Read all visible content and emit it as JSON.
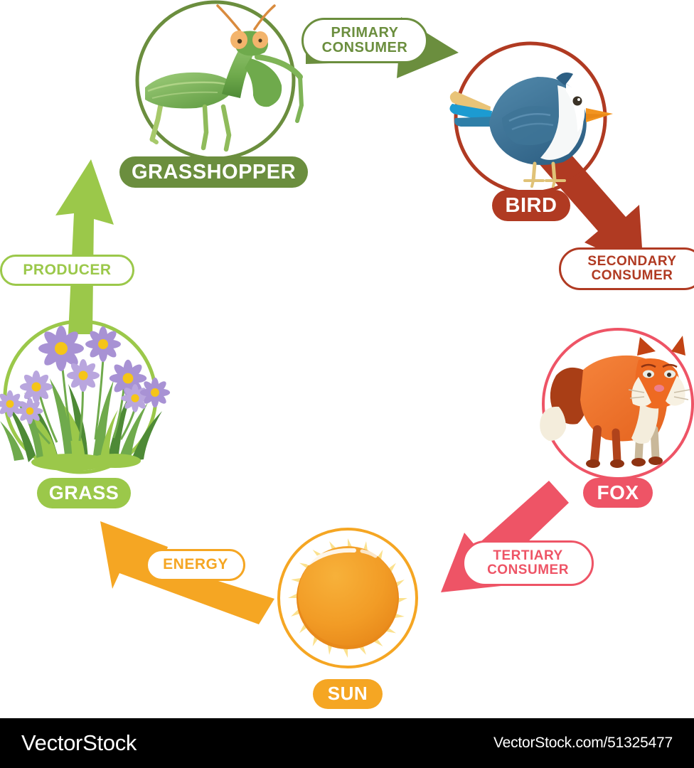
{
  "diagram": {
    "title": "Food chain cycle diagram",
    "type": "food-chain-cycle"
  },
  "nodes": [
    {
      "id": "grasshopper",
      "label": "GRASSHOPPER",
      "icon": "grasshopper-icon",
      "ring_color": "#6B8E3E",
      "pill_color": "#6B8E3E",
      "pill_style": "filled",
      "text_color": "#FFFFFF"
    },
    {
      "id": "bird",
      "label": "BIRD",
      "icon": "bird-icon",
      "ring_color": "#B03A22",
      "pill_color": "#B03A22",
      "pill_style": "filled",
      "text_color": "#FFFFFF"
    },
    {
      "id": "fox",
      "label": "FOX",
      "icon": "fox-icon",
      "ring_color": "#EE5466",
      "pill_color": "#EE5466",
      "pill_style": "filled",
      "text_color": "#FFFFFF"
    },
    {
      "id": "sun",
      "label": "SUN",
      "icon": "sun-icon",
      "ring_color": "#F5A623",
      "pill_color": "#F5A623",
      "pill_style": "filled",
      "text_color": "#FFFFFF"
    },
    {
      "id": "grass",
      "label": "GRASS",
      "icon": "grass-flowers-icon",
      "ring_color": "#9BC84A",
      "pill_color": "#9BC84A",
      "pill_style": "filled",
      "text_color": "#FFFFFF"
    }
  ],
  "arrows": [
    {
      "id": "primary-consumer",
      "label": "PRIMARY\nCONSUMER",
      "from": "grasshopper",
      "to": "bird",
      "color": "#6B8E3E",
      "pill_style": "outline",
      "text_color": "#6B8E3E"
    },
    {
      "id": "secondary-consumer",
      "label": "SECONDARY\nCONSUMER",
      "from": "bird",
      "to": "fox",
      "color": "#B03A22",
      "pill_style": "outline",
      "text_color": "#B03A22"
    },
    {
      "id": "tertiary-consumer",
      "label": "TERTIARY\nCONSUMER",
      "from": "fox",
      "to": "sun",
      "color": "#EE5466",
      "pill_style": "outline",
      "text_color": "#EE5466"
    },
    {
      "id": "energy",
      "label": "ENERGY",
      "from": "sun",
      "to": "grass",
      "color": "#F5A623",
      "pill_style": "outline",
      "text_color": "#F5A623"
    },
    {
      "id": "producer",
      "label": "PRODUCER",
      "from": "grass",
      "to": "grasshopper",
      "color": "#9BC84A",
      "pill_style": "outline",
      "text_color": "#9BC84A"
    }
  ],
  "footer": {
    "brand": "VectorStock",
    "url": "VectorStock.com/51325477",
    "background": "#000000",
    "text_color": "#FFFFFF"
  }
}
